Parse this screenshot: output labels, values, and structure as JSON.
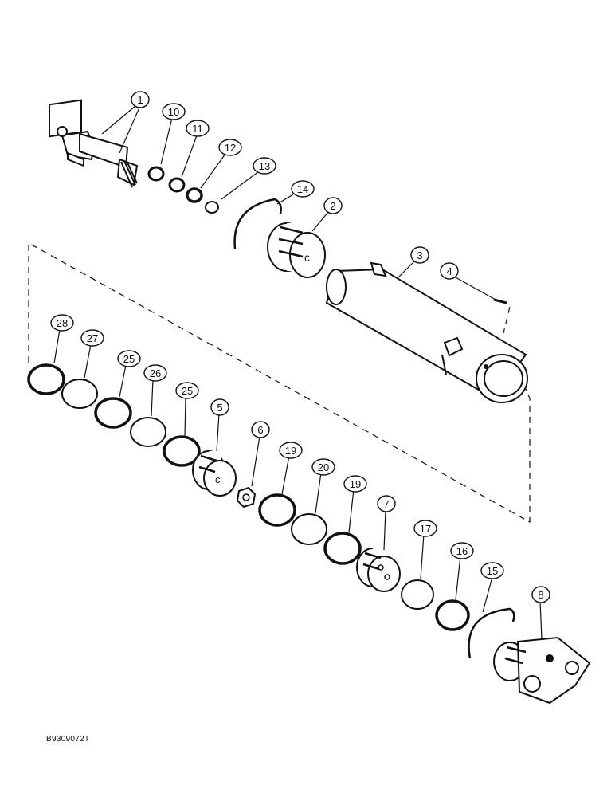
{
  "figure_code": "B9309072T",
  "callouts": {
    "c1": "1",
    "c2": "2",
    "c3": "3",
    "c4": "4",
    "c5": "5",
    "c6": "6",
    "c7": "7",
    "c8": "8",
    "c10": "10",
    "c11": "11",
    "c12": "12",
    "c13": "13",
    "c14": "14",
    "c15": "15",
    "c16": "16",
    "c17": "17",
    "c19a": "19",
    "c19b": "19",
    "c20": "20",
    "c25a": "25",
    "c25b": "25",
    "c26": "26",
    "c27": "27",
    "c28": "28"
  }
}
